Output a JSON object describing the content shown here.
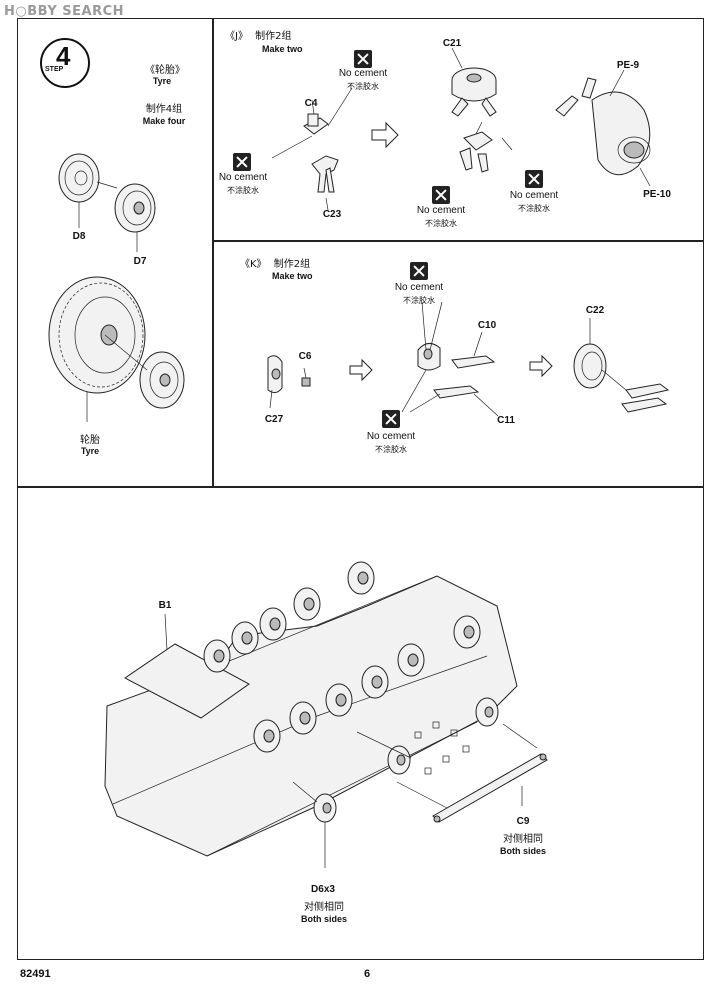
{
  "watermark": "H○BBY SEARCH",
  "step": {
    "number": "4",
    "word": "STEP"
  },
  "tyre_section": {
    "title_cn": "《轮胎》",
    "title_en": "Tyre",
    "qty_cn": "制作4组",
    "qty_en": "Make four",
    "parts": {
      "d8": "D8",
      "d7": "D7"
    },
    "tyre_cn": "轮胎",
    "tyre_en": "Tyre"
  },
  "j_section": {
    "title": "《J》",
    "qty_cn": "制作2组",
    "qty_en": "Make two",
    "parts": {
      "c4": "C4",
      "c23": "C23",
      "c21": "C21",
      "pe9": "PE-9",
      "pe10": "PE-10"
    }
  },
  "k_section": {
    "title": "《K》",
    "qty_cn": "制作2组",
    "qty_en": "Make two",
    "parts": {
      "c6": "C6",
      "c27": "C27",
      "c10": "C10",
      "c11": "C11",
      "c22": "C22"
    }
  },
  "no_cement": {
    "en": "No cement",
    "cn": "不涂胶水"
  },
  "main_section": {
    "b1": "B1",
    "c9": "C9",
    "c9_cn": "对侧相同",
    "c9_en": "Both sides",
    "d6": "D6x3",
    "d6_cn": "对侧相同",
    "d6_en": "Both sides"
  },
  "footer": {
    "code": "82491",
    "page": "6"
  }
}
